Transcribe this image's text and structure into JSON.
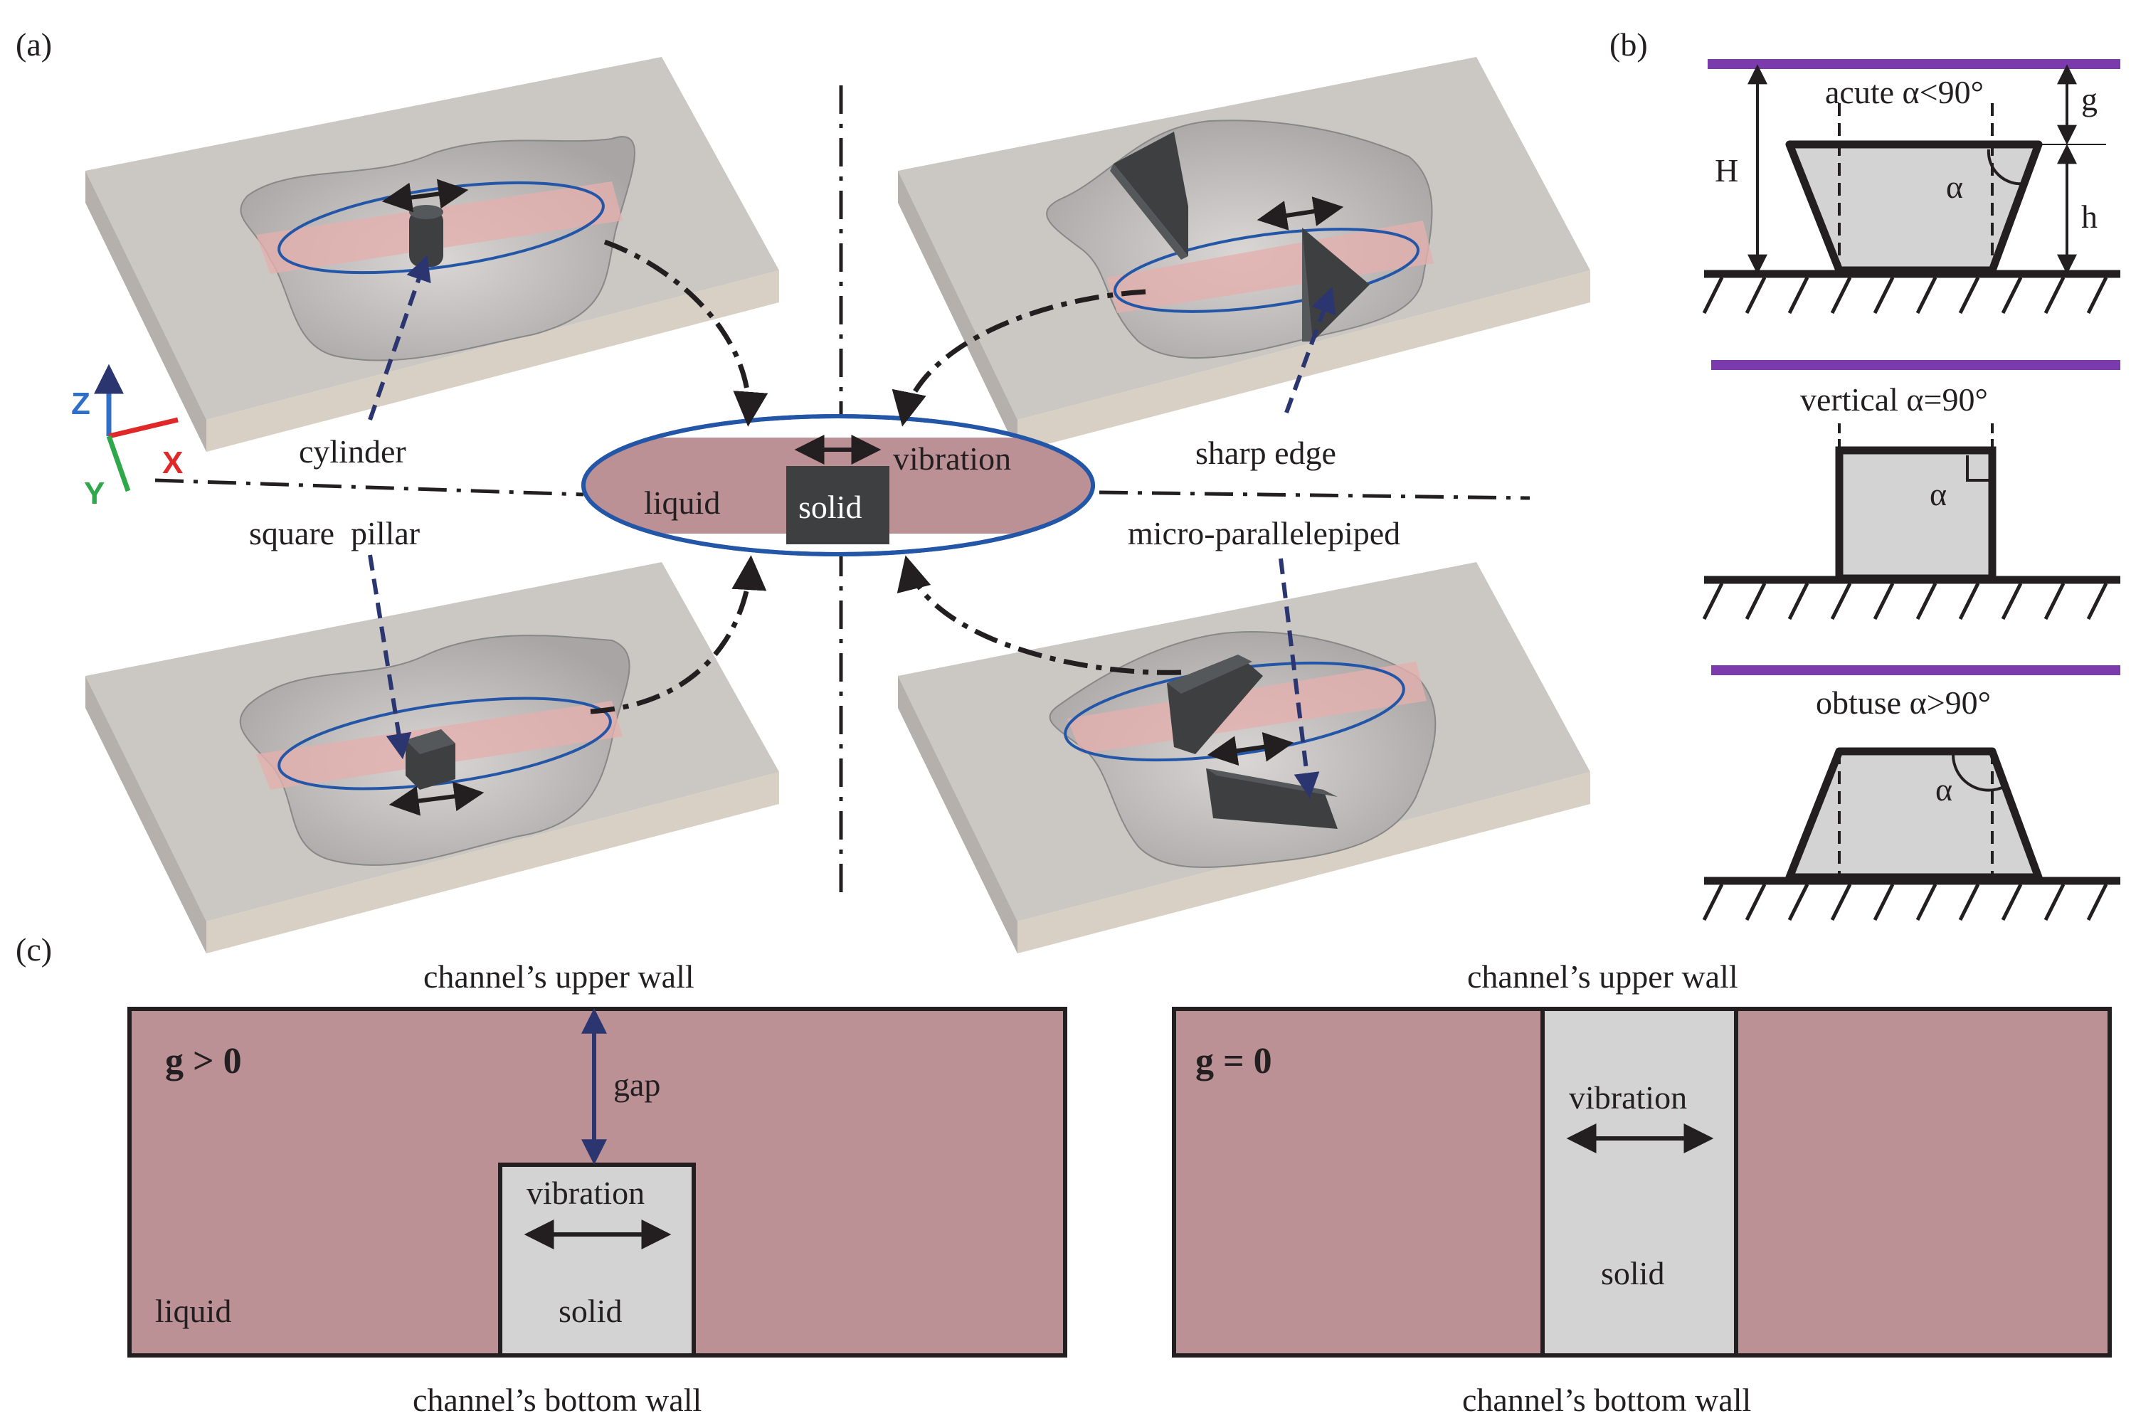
{
  "panel_a": {
    "label": "(a)",
    "axes": {
      "z": "Z",
      "x": "X",
      "y": "Y"
    },
    "center": {
      "liquid": "liquid",
      "solid": "solid",
      "vibration": "vibration"
    },
    "shapes": {
      "cylinder": "cylinder",
      "sharp_edge": "sharp edge",
      "square_pillar": "square  pillar",
      "micro_parallelepiped": "micro-parallelepiped"
    }
  },
  "panel_b": {
    "label": "(b)",
    "acute": "acute α<90°",
    "vertical": "vertical α=90°",
    "obtuse": "obtuse α>90°",
    "H": "H",
    "g": "g",
    "h": "h",
    "alpha": "α"
  },
  "panel_c": {
    "label": "(c)",
    "left": {
      "upper_wall": "channel’s upper wall",
      "bottom_wall": "channel’s bottom wall",
      "condition": "g > 0",
      "gap": "gap",
      "vibration": "vibration",
      "solid": "solid",
      "liquid": "liquid"
    },
    "right": {
      "upper_wall": "channel’s upper wall",
      "bottom_wall": "channel’s bottom wall",
      "condition": "g = 0",
      "vibration": "vibration",
      "solid": "solid"
    }
  },
  "colors": {
    "liquid": "#bc9195",
    "solid_gray": "#d3d3d3",
    "block_dark": "#3d3f41",
    "purple_wall": "#7b3bad",
    "navy_arrow": "#2b3670",
    "outline_blue": "#2456a8",
    "substrate": "#cdc8c4",
    "axis_z": "#2f6fc8",
    "axis_x": "#e02828",
    "axis_y": "#2ea84a"
  }
}
